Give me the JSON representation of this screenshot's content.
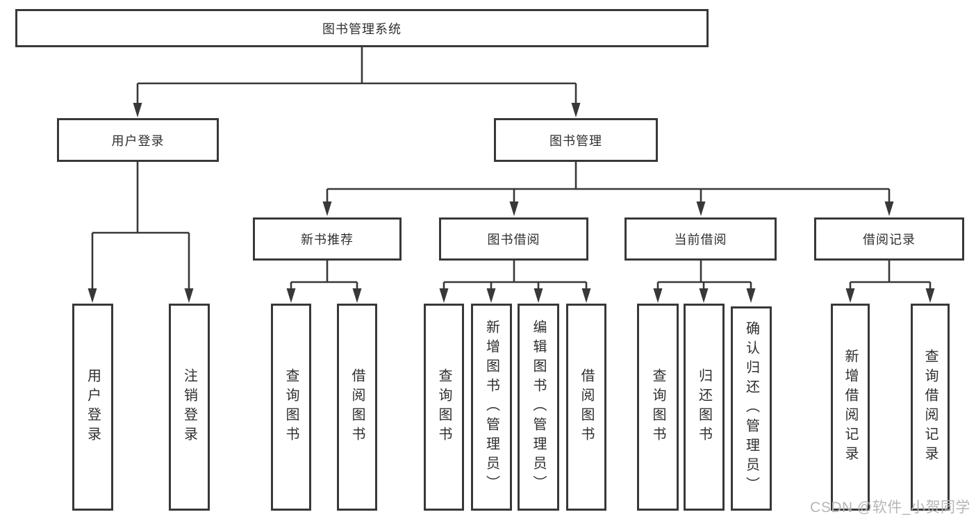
{
  "diagram": {
    "root": {
      "label": "图书管理系统"
    },
    "level2": [
      {
        "label": "用户登录"
      },
      {
        "label": "图书管理"
      }
    ],
    "level3": [
      {
        "label": "新书推荐"
      },
      {
        "label": "图书借阅"
      },
      {
        "label": "当前借阅"
      },
      {
        "label": "借阅记录"
      }
    ],
    "leaves": {
      "user_login": [
        {
          "label": "用户登录"
        },
        {
          "label": "注销登录"
        }
      ],
      "new_book_rec": [
        {
          "label": "查询图书"
        },
        {
          "label": "借阅图书"
        }
      ],
      "book_borrow": [
        {
          "label": "查询图书"
        },
        {
          "label": "新增图书（管理员）"
        },
        {
          "label": "编辑图书（管理员）"
        },
        {
          "label": "借阅图书"
        }
      ],
      "current_borrow": [
        {
          "label": "查询图书"
        },
        {
          "label": "归还图书"
        },
        {
          "label": "确认归还（管理员）"
        }
      ],
      "borrow_records": [
        {
          "label": "新增借阅记录"
        },
        {
          "label": "查询借阅记录"
        }
      ]
    },
    "watermark": "CSDN @软件_小贺同学",
    "colors": {
      "line": "#383838",
      "text": "#2f2f2f",
      "watermark": "#b5b5b5",
      "background": "#ffffff"
    }
  }
}
